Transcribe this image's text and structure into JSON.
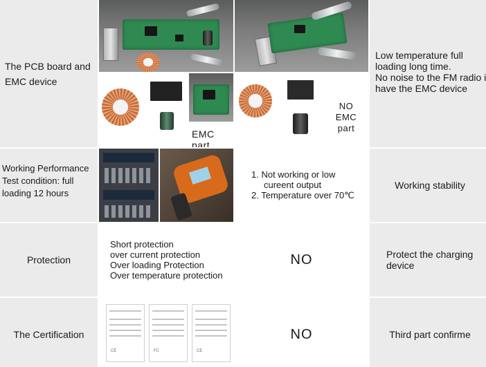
{
  "rows": [
    {
      "label": "The PCB board and EMC device",
      "left_caption": "EMC part",
      "middle_caption_line1": "NO",
      "middle_caption_line2": "EMC part",
      "result_lines": [
        "Low temperature full",
        "loading long time.",
        "No noise to the FM radio if",
        "have the EMC device"
      ]
    },
    {
      "label_lines": [
        "Working Performance",
        "Test condition: full",
        "loading 12 hours"
      ],
      "middle_lines": [
        "1. Not working or low",
        "cureent output",
        "2. Temperature over 70℃"
      ],
      "result": "Working stability"
    },
    {
      "label": "Protection",
      "left_lines": [
        "Short protection",
        "over current protection",
        "Over loading Protection",
        "Over temperature protection"
      ],
      "middle": "NO",
      "result_lines": [
        "Protect the charging",
        "device"
      ]
    },
    {
      "label": "The Certification",
      "middle": "NO",
      "result": "Third part confirme",
      "cert_logos": [
        "CE",
        "FC",
        "CE"
      ]
    }
  ]
}
